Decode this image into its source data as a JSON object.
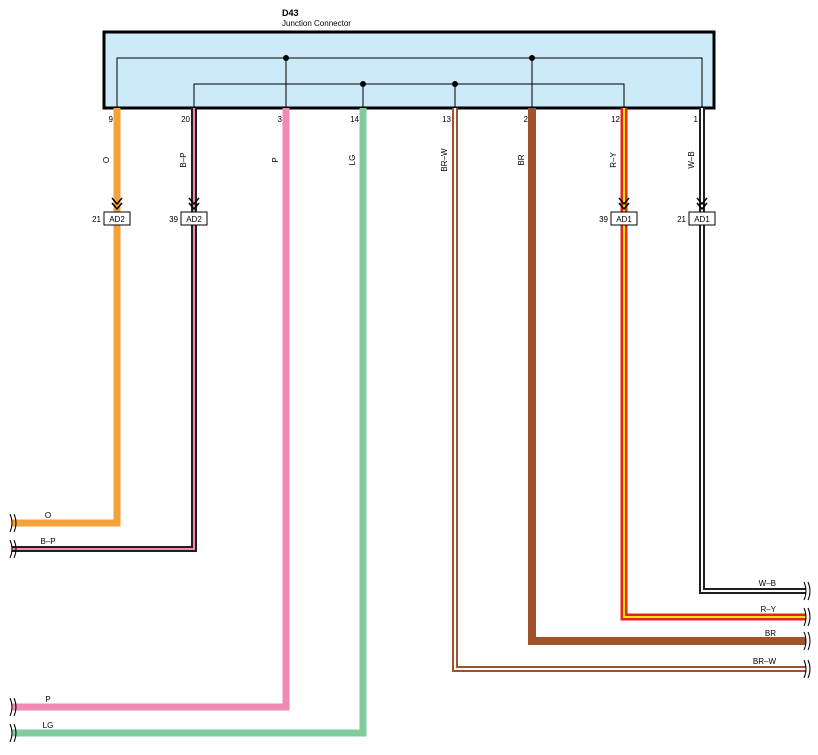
{
  "connector": {
    "code": "D43",
    "name": "Junction Connector"
  },
  "pins": [
    {
      "pin": "9",
      "wire": "O",
      "label": "O",
      "colors": [
        "#f5a13a"
      ],
      "style": "solid"
    },
    {
      "pin": "20",
      "wire": "B-P",
      "label": "B–P",
      "colors": [
        "#231f20",
        "#f08ab5"
      ],
      "style": "double"
    },
    {
      "pin": "3",
      "wire": "P",
      "label": "P",
      "colors": [
        "#f08ab5"
      ],
      "style": "solid"
    },
    {
      "pin": "14",
      "wire": "LG",
      "label": "LG",
      "colors": [
        "#7ecb9c"
      ],
      "style": "solid"
    },
    {
      "pin": "13",
      "wire": "BR-W",
      "label": "BR–W",
      "colors": [
        "#a0522d",
        "#ffffff"
      ],
      "style": "double"
    },
    {
      "pin": "2",
      "wire": "BR",
      "label": "BR",
      "colors": [
        "#a0522d"
      ],
      "style": "solid"
    },
    {
      "pin": "12",
      "wire": "R-Y",
      "label": "R–Y",
      "colors": [
        "#e0251b",
        "#f3e600"
      ],
      "style": "stripe"
    },
    {
      "pin": "1",
      "wire": "W-B",
      "label": "W–B",
      "colors": [
        "#231f20",
        "#ffffff"
      ],
      "style": "double"
    }
  ],
  "inline_connectors": [
    {
      "wire": "O",
      "name": "AD2",
      "pin": "21"
    },
    {
      "wire": "B-P",
      "name": "AD2",
      "pin": "39"
    },
    {
      "wire": "R-Y",
      "name": "AD1",
      "pin": "39"
    },
    {
      "wire": "W-B",
      "name": "AD1",
      "pin": "21"
    }
  ],
  "exit_labels": {
    "O": "O",
    "B-P": "B–P",
    "P": "P",
    "LG": "LG",
    "W-B": "W–B",
    "R-Y": "R–Y",
    "BR": "BR",
    "BR-W": "BR–W"
  },
  "colors": {
    "connector_fill": "#cdeaf8",
    "ink": "#000000"
  }
}
